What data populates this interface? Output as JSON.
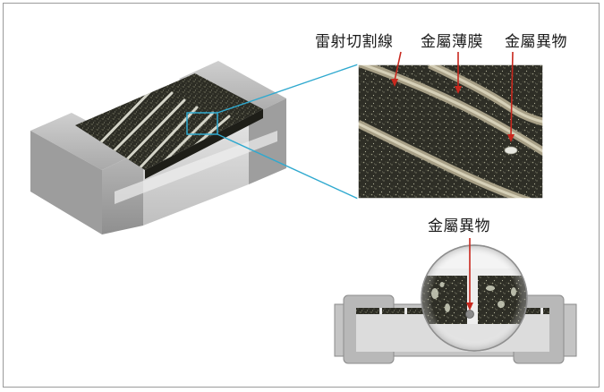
{
  "labels": {
    "laser_trim_line": "雷射切割線",
    "metal_film": "金屬薄膜",
    "foreign_metal_top": "金屬異物",
    "foreign_metal_bottom": "金屬異物"
  },
  "colors": {
    "callout_arrow": "#c8281e",
    "zoom_lines": "#2fa9cf",
    "resistive_film": "#2a2a22",
    "terminal": "#bdbdbd",
    "substrate": "#d8d8d8",
    "border": "#9a9a9a"
  }
}
